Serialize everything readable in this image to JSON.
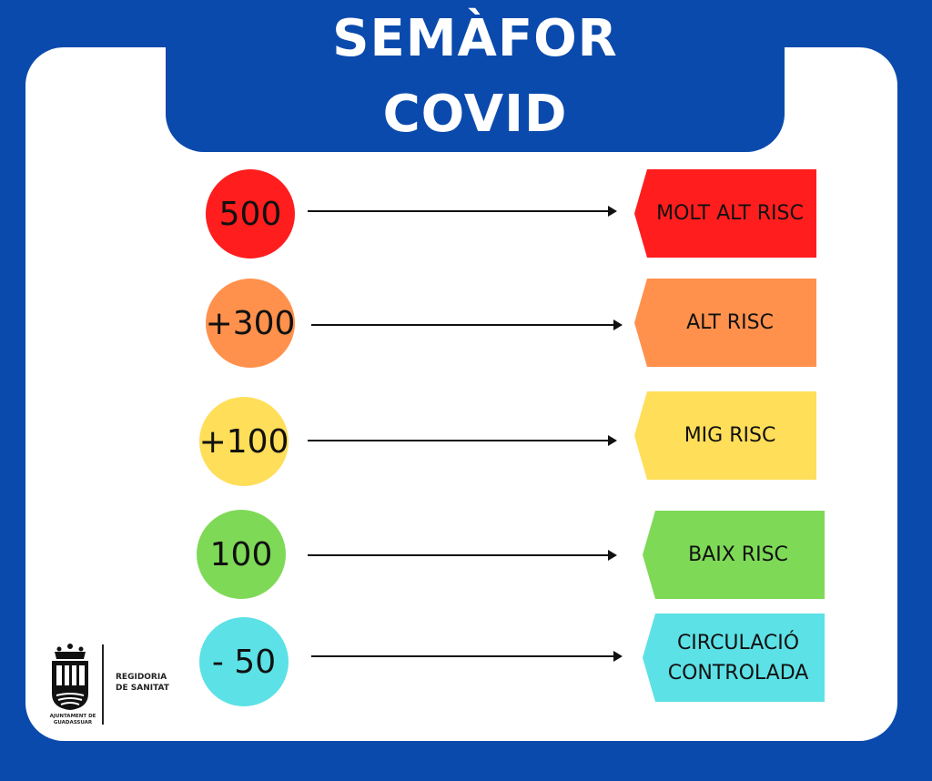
{
  "title": {
    "line1": "SEMÀFOR",
    "line2": "COVID"
  },
  "levels": [
    {
      "value": "500",
      "label": "MOLT ALT RISC",
      "color": "#ff1d1d"
    },
    {
      "value": "+300",
      "label": "ALT RISC",
      "color": "#ff914d"
    },
    {
      "value": "+100",
      "label": "MIG RISC",
      "color": "#ffde59"
    },
    {
      "value": "100",
      "label": "BAIX RISC",
      "color": "#7ed957"
    },
    {
      "value": "- 50",
      "label": "CIRCULACIÓ CONTROLADA",
      "color": "#5ce1e6"
    }
  ],
  "logo": {
    "department": "REGIDORIA DE SANITAT",
    "town": "AJUNTAMENT DE GUADASSUAR"
  }
}
